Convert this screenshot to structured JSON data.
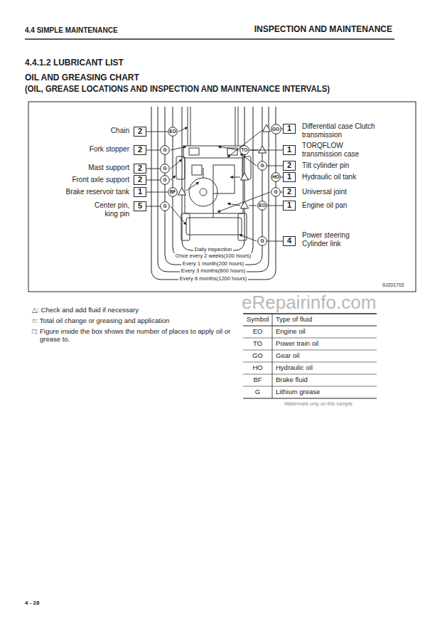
{
  "diagram": {
    "title": "OIL AND GREASING CHART",
    "nodes": [
      {
        "text": [
          "2"
        ]
      },
      {
        "text": [
          "EO"
        ]
      },
      {
        "text": [
          "GO"
        ]
      },
      {
        "text": [
          "1"
        ]
      },
      {
        "text": [
          "2"
        ]
      },
      {
        "text": [
          "G"
        ]
      },
      {
        "text": [
          "TO"
        ]
      },
      {
        "text": [
          "1"
        ]
      },
      {
        "text": [
          "G"
        ]
      },
      {
        "text": [
          "2"
        ]
      },
      {
        "text": [
          "2"
        ]
      },
      {
        "text": [
          "G"
        ]
      },
      {
        "text": [
          "HO"
        ]
      },
      {
        "text": [
          "1"
        ]
      },
      {
        "text": [
          "2"
        ]
      },
      {
        "text": [
          "G"
        ]
      },
      {
        "text": [
          "1"
        ]
      },
      {
        "text": [
          "BF"
        ]
      },
      {
        "text": [
          "G"
        ]
      },
      {
        "text": [
          "2"
        ]
      },
      {
        "text": [
          "5"
        ]
      },
      {
        "text": [
          "G"
        ]
      },
      {
        "text": [
          "EO"
        ]
      },
      {
        "text": [
          "1"
        ]
      },
      {
        "text": [
          "G"
        ]
      },
      {
        "text": [
          "4"
        ]
      }
    ],
    "edges": [
      {
        "from": 0,
        "to": 1,
        "arrow": "none"
      },
      {
        "from": 3,
        "to": 2,
        "arrow": "none"
      },
      {
        "from": 4,
        "to": 5,
        "arrow": "none"
      },
      {
        "from": 7,
        "to": 6,
        "arrow": "none"
      },
      {
        "from": 9,
        "to": 8,
        "arrow": "none"
      },
      {
        "from": 10,
        "to": 11,
        "arrow": "none"
      },
      {
        "from": 13,
        "to": 12,
        "arrow": "none"
      },
      {
        "from": 14,
        "to": 15,
        "arrow": "none"
      },
      {
        "from": 16,
        "to": 17,
        "arrow": "none"
      },
      {
        "from": 19,
        "to": 18,
        "arrow": "none"
      },
      {
        "from": 20,
        "to": 21,
        "arrow": "none"
      },
      {
        "from": 23,
        "to": 22,
        "arrow": "none"
      },
      {
        "from": 25,
        "to": 24,
        "arrow": "none"
      }
    ],
    "labels": [
      "4.4 SIMPLE MAINTENANCE",
      "INSPECTION AND MAINTENANCE",
      "4.4.1.2 LUBRICANT LIST",
      "(OIL, GREASE LOCATIONS AND INSPECTION AND MAINTENANCE INTERVALS)",
      "Chain",
      "Fork stopper",
      "Mast support",
      "Front axle support",
      "Brake reservoir tank",
      "Center pin, king pin",
      "Differential case Clutch transmission",
      "TORQFLOW transmission case",
      "Tilt cylinder pin",
      "Hydraulic oil tank",
      "Universal joint",
      "Engine oil pan",
      "Power steering Cylinder link",
      "Daily inspection",
      "Once every 2 weeks(100 hours)",
      "Every 1 month(200 hours)",
      "Every 3 months(600 hours)",
      "Every 6 months(1200 hours)",
      "9J201702",
      "△: Check and add fluid if necessary",
      "○: Total oil change or greasing and application",
      "□: Figure inside the box shows the number of places to apply oil or grease to.",
      "eRepairinfo.com",
      "Watermark only on this sample",
      "Symbol",
      "Type of fluid",
      "EO",
      "Engine oil",
      "TO",
      "Power train oil",
      "GO",
      "Gear oil",
      "HO",
      "Hydraulic oil",
      "BF",
      "Brake fluid",
      "G",
      "Lithium grease",
      "4 - 28"
    ]
  }
}
